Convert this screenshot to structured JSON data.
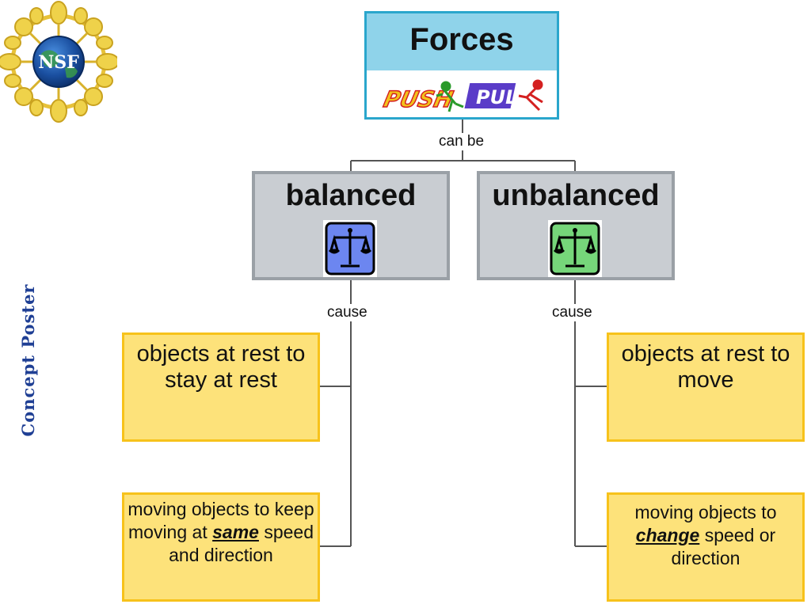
{
  "side_label": "Concept Poster",
  "logo": {
    "text": "NSF"
  },
  "root": {
    "title": "Forces",
    "push_word": "PUSH",
    "pull_word": "PULL"
  },
  "link_root": "can be",
  "balanced": {
    "title": "balanced",
    "link": "cause",
    "leaf1": "objects at rest to stay at rest",
    "leaf2": {
      "pre": "moving objects to keep moving at",
      "emph": "same",
      "post": "speed and direction"
    }
  },
  "unbalanced": {
    "title": "unbalanced",
    "link": "cause",
    "leaf1": "objects at rest to move",
    "leaf2": {
      "pre": "moving objects to",
      "emph": "change",
      "post": "speed or direction"
    }
  },
  "colors": {
    "title_blue": "#1f3f94",
    "root_fill": "#8fd3ea",
    "root_border": "#2aa6cc",
    "mid_fill": "#c9cdd2",
    "leaf_fill": "#fde27a",
    "leaf_border": "#f7c21b",
    "balanced_scale": "#6c86f0",
    "unbalanced_scale": "#76d67a"
  }
}
